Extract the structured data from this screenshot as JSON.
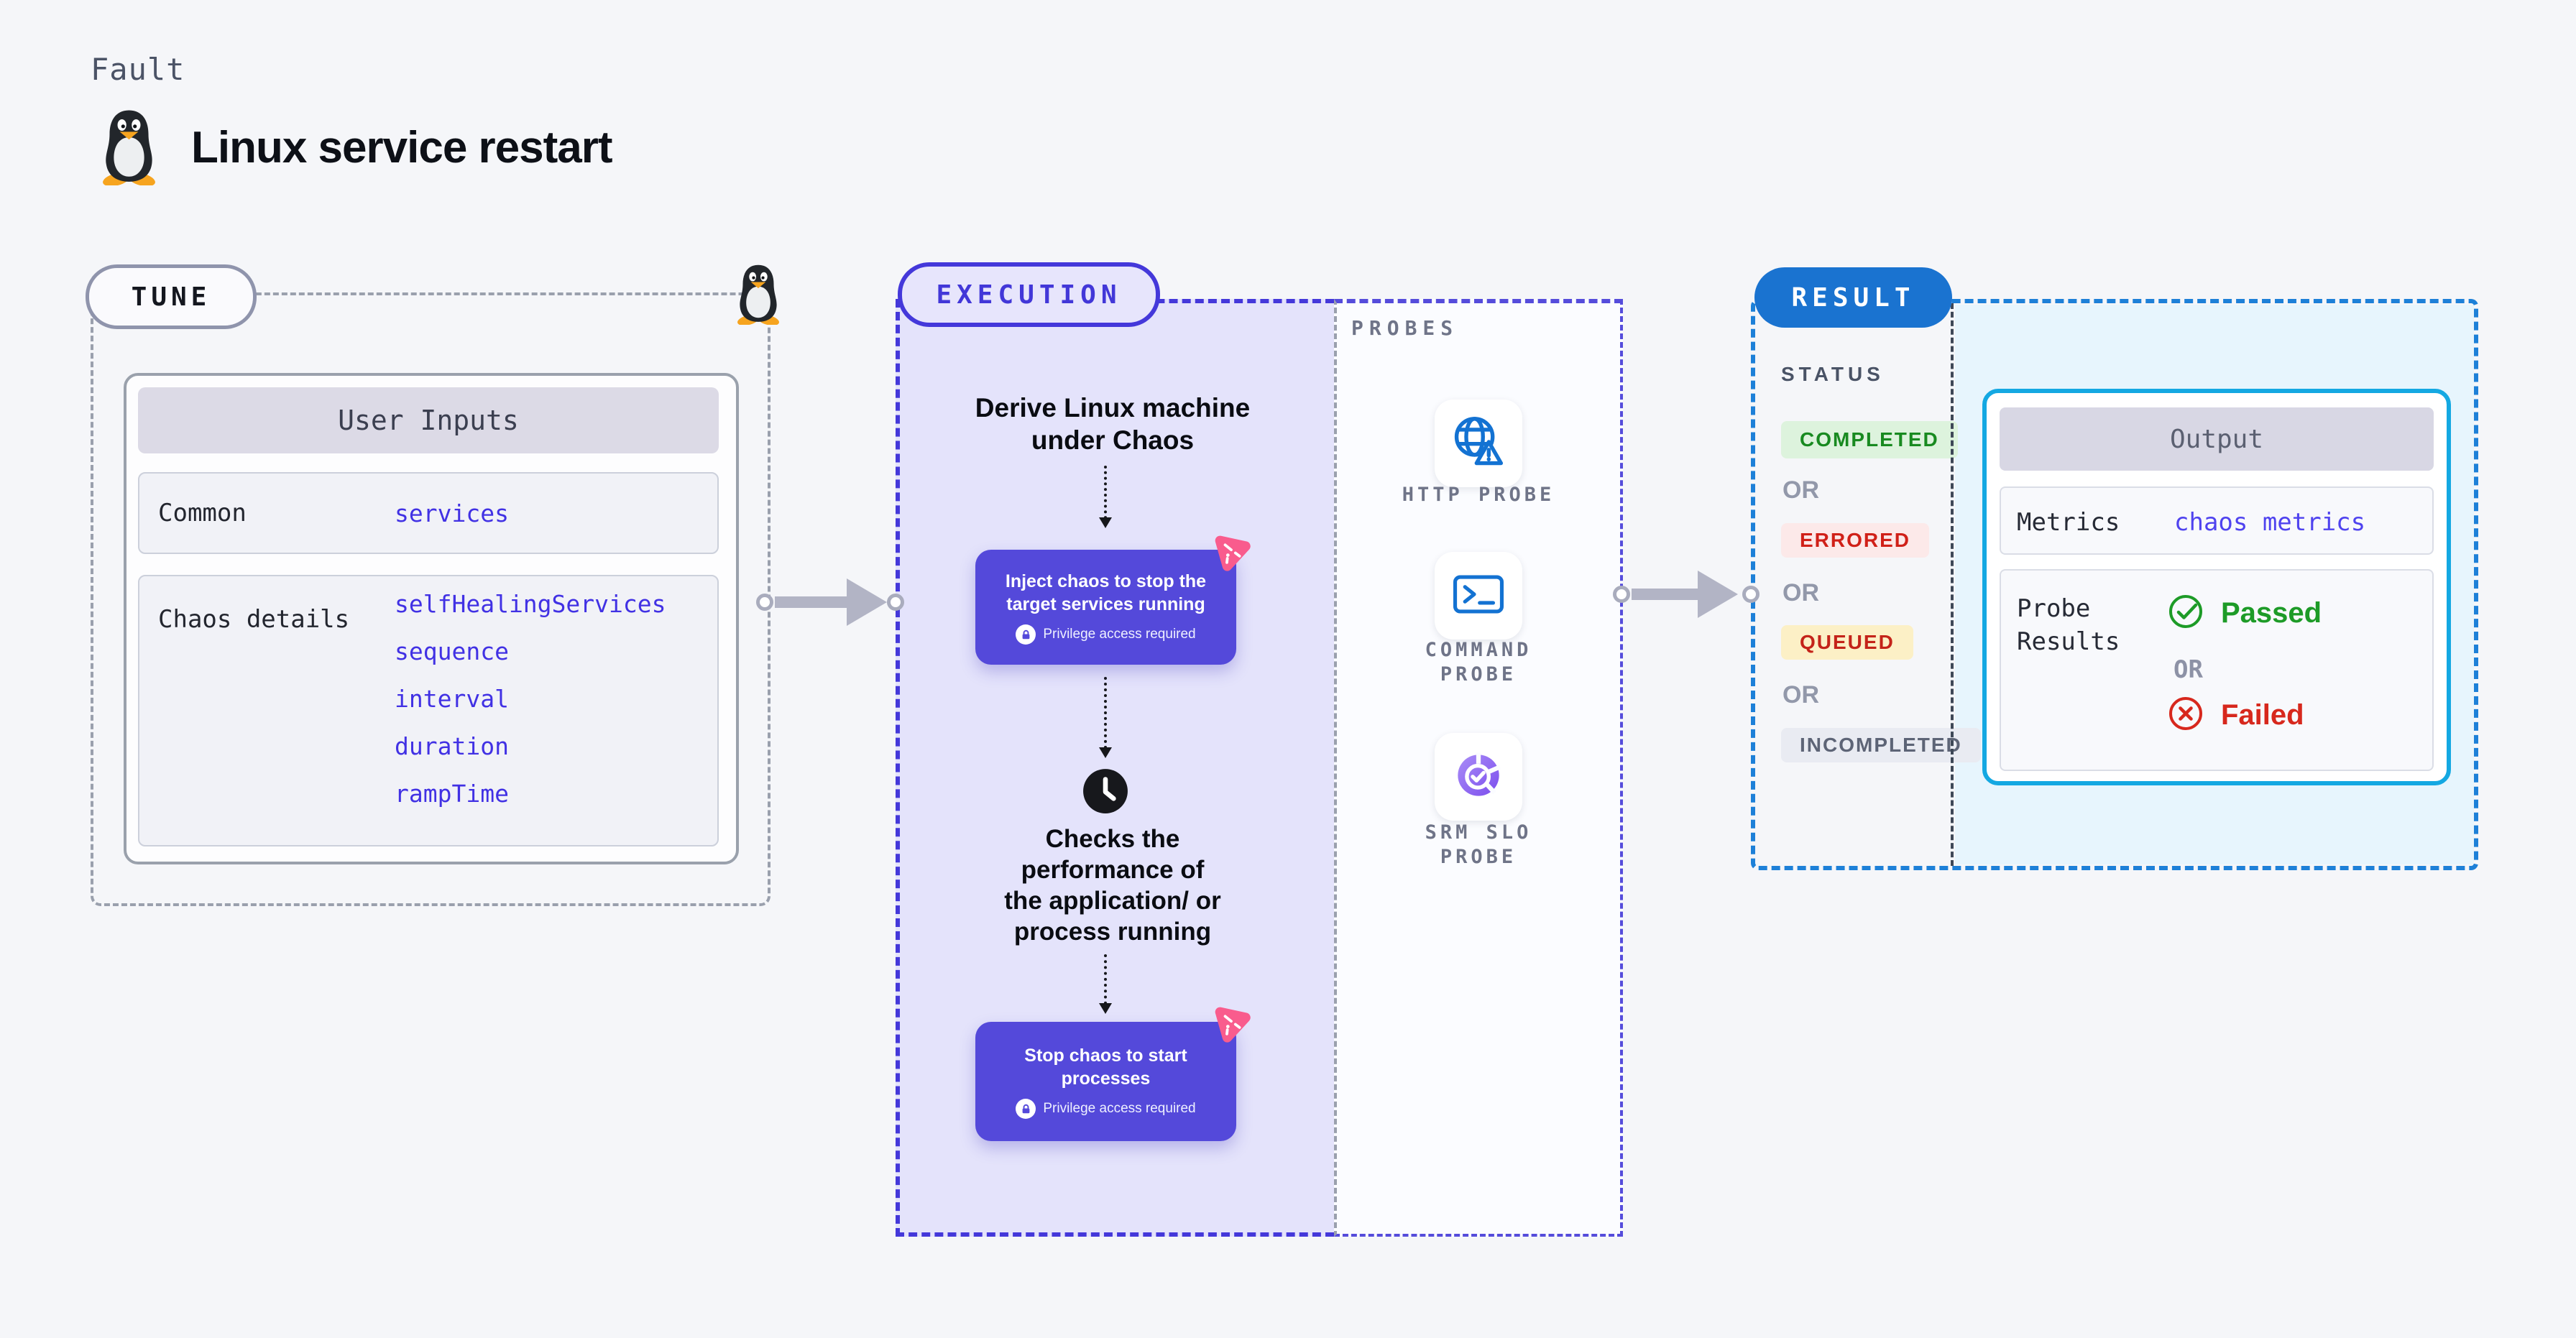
{
  "page": {
    "label": "Fault",
    "title": "Linux service restart"
  },
  "tune": {
    "badge": "TUNE",
    "table": {
      "header": "User Inputs",
      "rows": [
        {
          "label": "Common",
          "values": [
            "services"
          ]
        },
        {
          "label": "Chaos details",
          "values": [
            "selfHealingServices",
            "sequence",
            "interval",
            "duration",
            "rampTime"
          ]
        }
      ]
    }
  },
  "execution": {
    "badge": "EXECUTION",
    "derive": "Derive Linux machine\nunder Chaos",
    "inject": {
      "title": "Inject chaos to stop the\ntarget services running",
      "note": "Privilege access required"
    },
    "checks": "Checks the\nperformance of\nthe application/ or\nprocess running",
    "stop": {
      "title": "Stop chaos to start\nprocesses",
      "note": "Privilege access required"
    }
  },
  "probes": {
    "label": "PROBES",
    "items": [
      {
        "label": "HTTP PROBE",
        "icon": "globe-alert-icon"
      },
      {
        "label": "COMMAND\nPROBE",
        "icon": "terminal-icon"
      },
      {
        "label": "SRM SLO\nPROBE",
        "icon": "slo-pie-icon"
      }
    ]
  },
  "result": {
    "badge": "RESULT",
    "status": {
      "label": "STATUS",
      "separator": "OR",
      "items": [
        {
          "label": "COMPLETED",
          "kind": "completed"
        },
        {
          "label": "ERRORED",
          "kind": "errored"
        },
        {
          "label": "QUEUED",
          "kind": "queued"
        },
        {
          "label": "INCOMPLETED",
          "kind": "incompleted"
        }
      ]
    },
    "output": {
      "header": "Output",
      "metrics_label": "Metrics",
      "metrics_value": "chaos metrics",
      "probe_label": "Probe\nResults",
      "passed": "Passed",
      "or": "OR",
      "failed": "Failed"
    }
  },
  "colors": {
    "accent_indigo": "#4438da",
    "button_purple": "#5449da",
    "result_blue": "#1a73d0",
    "output_cyan": "#14a8e2",
    "chaos_pink": "#f95c8d",
    "passed_green": "#1d9b27",
    "failed_red": "#d7281d"
  }
}
